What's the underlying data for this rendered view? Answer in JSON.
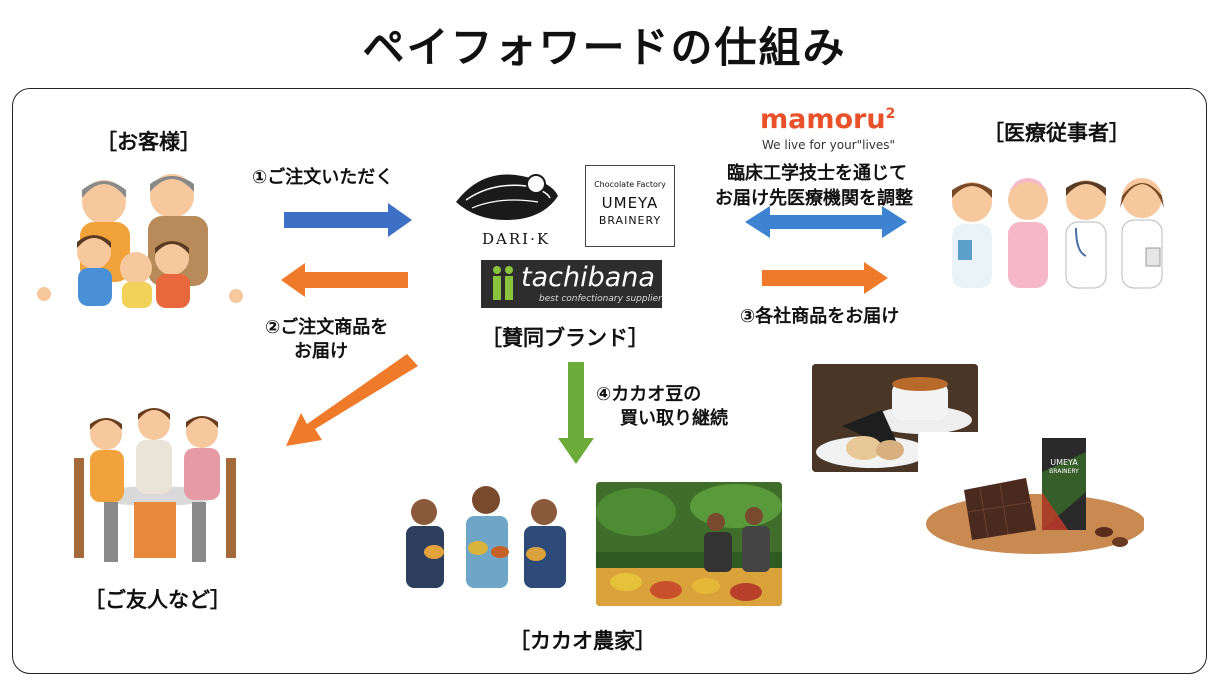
{
  "title": "ペイフォワードの仕組み",
  "labels": {
    "customer": "［お客様］",
    "medical": "［医療従事者］",
    "friends": "［ご友人など］",
    "brands": "［賛同ブランド］",
    "farmers": "［カカオ農家］"
  },
  "steps": {
    "step1": "①ご注文いただく",
    "step2_line1": "②ご注文商品を",
    "step2_line2": "お届け",
    "step3": "③各社商品をお届け",
    "step4_line1": "④カカオ豆の",
    "step4_line2": "買い取り継続",
    "coord_line1": "臨床工学技士を通じて",
    "coord_line2": "お届け先医療機関を調整"
  },
  "logos": {
    "dari_k": "DARI·K",
    "umeya_small": "Chocolate Factory",
    "umeya_line1": "UMEYA",
    "umeya_line2": "BRAINERY",
    "tachibana_name": "tachibana",
    "tachibana_tag": "best confectionary supplier",
    "mamoru_name": "mamoru",
    "mamoru_sup": "2",
    "mamoru_tag": "We live for your\"lives\"",
    "bar_line1": "UMEYA",
    "bar_line2": "BRAINERY"
  },
  "colors": {
    "blue_arrow": "#3d6fc4",
    "orange_arrow": "#ef7a2a",
    "green_arrow": "#6aab3a",
    "mamoru_orange": "#e8512a",
    "tachibana_bg": "#2d2d2d",
    "tachibana_green": "#8ac43f"
  }
}
